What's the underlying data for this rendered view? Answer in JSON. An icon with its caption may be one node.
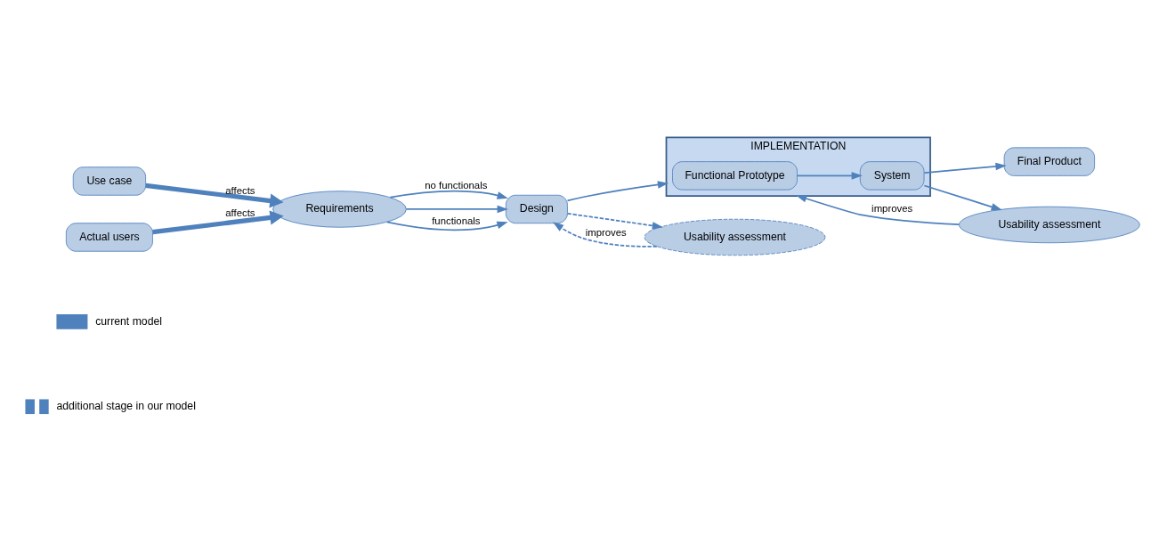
{
  "diagram": {
    "nodes": [
      {
        "text": [
          "Use case"
        ]
      },
      {
        "text": [
          "Requirements"
        ]
      },
      {
        "text": [
          "Actual users"
        ]
      },
      {
        "text": [
          "Design"
        ]
      },
      {
        "text": [
          "IMPLEMENTATION"
        ]
      },
      {
        "text": [
          "Functional Prototype"
        ],
        "in": 4
      },
      {
        "text": [
          "System"
        ],
        "in": 4
      },
      {
        "text": [
          "Final Product"
        ]
      },
      {
        "text": [
          "Usability assessment"
        ]
      },
      {
        "text": [
          "Usability assessment"
        ]
      }
    ],
    "edges": [
      {
        "from": 0,
        "to": 1,
        "arrow": "to",
        "label": "affects",
        "style": "thick"
      },
      {
        "from": 2,
        "to": 1,
        "arrow": "to",
        "label": "affects",
        "style": "thick"
      },
      {
        "from": 1,
        "to": 3,
        "arrow": "to",
        "label": "no functionals"
      },
      {
        "from": 1,
        "to": 3,
        "arrow": "to"
      },
      {
        "from": 1,
        "to": 3,
        "arrow": "to",
        "label": "functionals"
      },
      {
        "from": 3,
        "to": 4,
        "arrow": "to"
      },
      {
        "from": 3,
        "to": 8,
        "arrow": "to",
        "style": "dashed"
      },
      {
        "from": 8,
        "to": 3,
        "arrow": "to",
        "label": "improves",
        "style": "dashed"
      },
      {
        "from": 5,
        "to": 6,
        "arrow": "to"
      },
      {
        "from": 6,
        "to": 7,
        "arrow": "to"
      },
      {
        "from": 6,
        "to": 9,
        "arrow": "to"
      },
      {
        "from": 9,
        "to": 4,
        "arrow": "to",
        "label": "improves"
      }
    ],
    "legend": [
      {
        "text": "current model"
      },
      {
        "text": "additional stage in our model"
      }
    ]
  }
}
